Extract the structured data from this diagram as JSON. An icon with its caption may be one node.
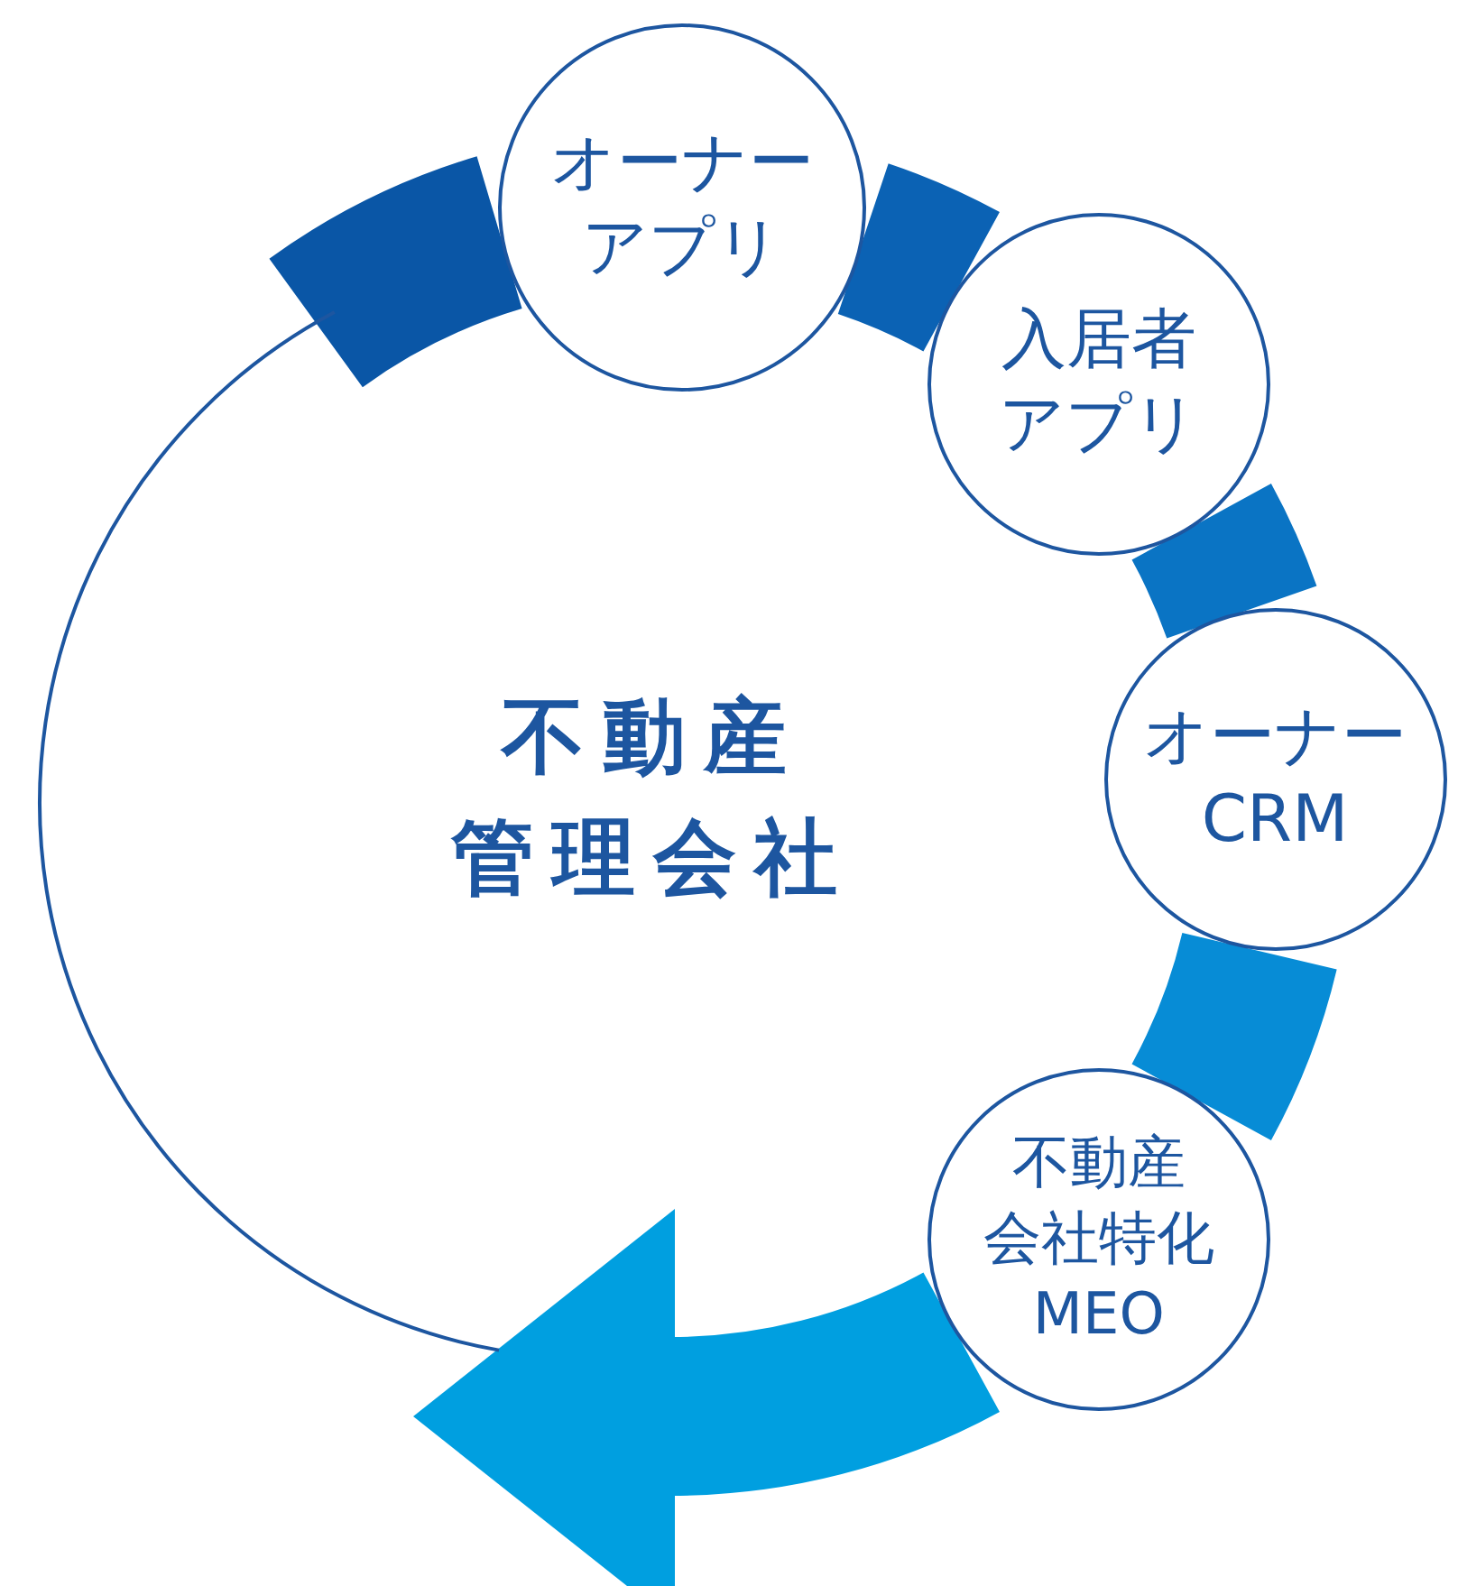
{
  "diagram": {
    "nodes": [
      {
        "text": [
          "不動産管理会社"
        ]
      },
      {
        "text": [
          "オーナーアプリ"
        ]
      },
      {
        "text": [
          "入居者アプリ"
        ]
      },
      {
        "text": [
          "オーナーCRM"
        ]
      },
      {
        "text": [
          "不動産会社特化MEO"
        ]
      }
    ],
    "edges": [
      {
        "from": 0,
        "to": 1,
        "arrow": "none",
        "color": "#0a56a6"
      },
      {
        "from": 1,
        "to": 2,
        "arrow": "none",
        "color": "#0b62b4"
      },
      {
        "from": 2,
        "to": 3,
        "arrow": "none",
        "color": "#0a74c4"
      },
      {
        "from": 3,
        "to": 4,
        "arrow": "none",
        "color": "#078cd6"
      },
      {
        "from": 4,
        "to": 0,
        "arrow": "to",
        "color": "#009fe0"
      }
    ]
  }
}
